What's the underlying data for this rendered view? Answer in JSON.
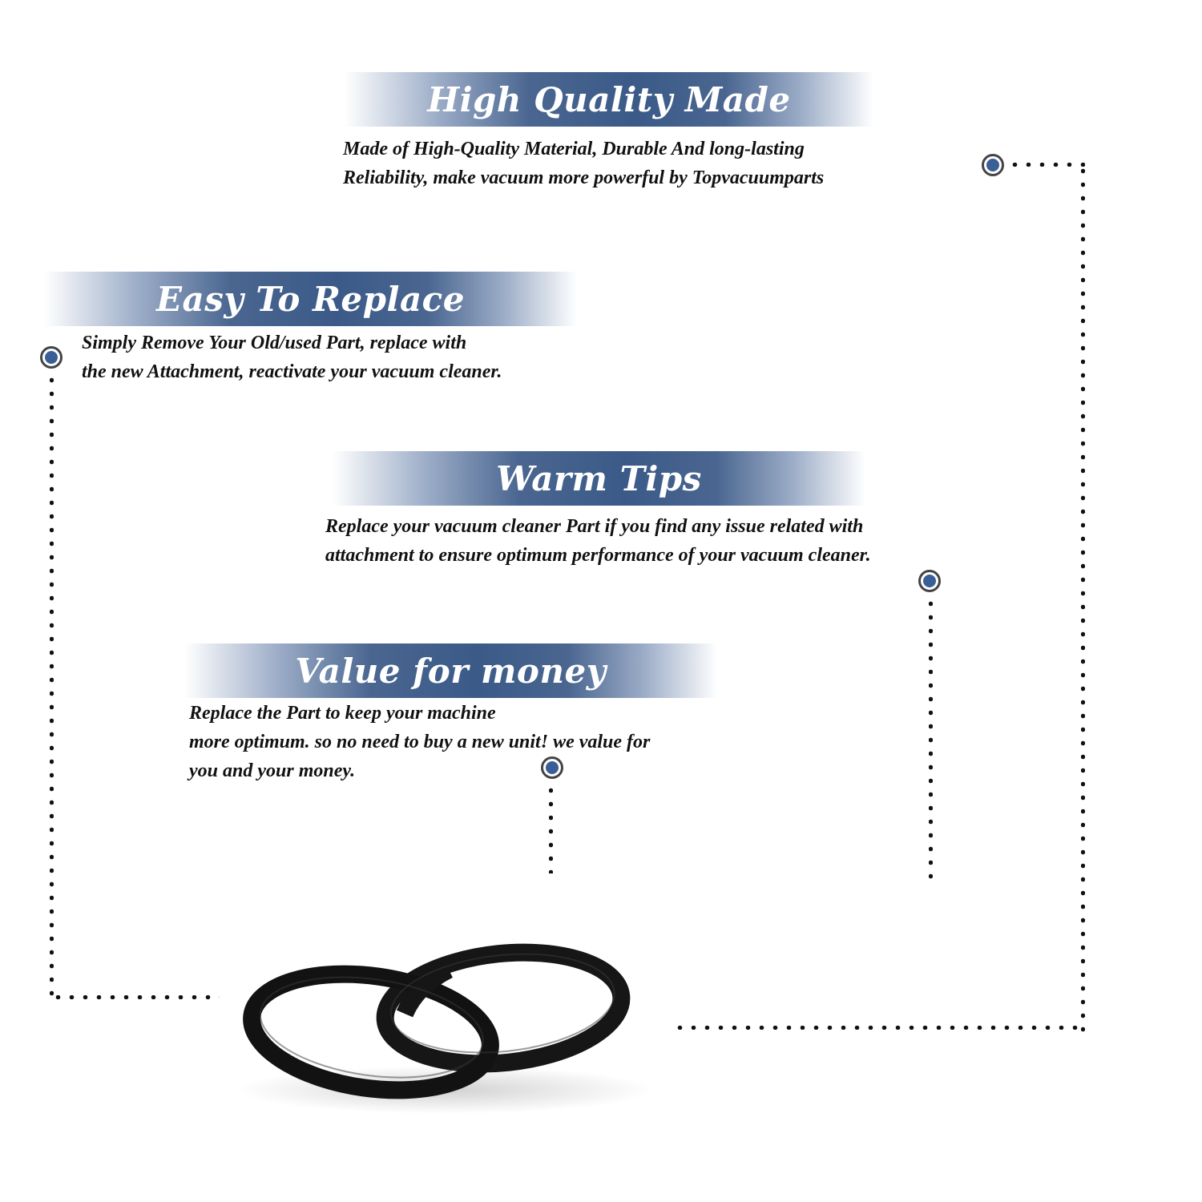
{
  "features": [
    {
      "title": "High Quality Made",
      "lines": [
        "Made of  High-Quality Material, Durable And long-lasting",
        "Reliability, make vacuum more powerful by Topvacuumparts"
      ]
    },
    {
      "title": "Easy To Replace",
      "lines": [
        "Simply Remove Your Old/used Part, replace with",
        "the new Attachment, reactivate your vacuum cleaner."
      ]
    },
    {
      "title": "Warm Tips",
      "lines": [
        "Replace your vacuum cleaner Part if you find any issue related with",
        " attachment to ensure optimum performance of your vacuum cleaner."
      ]
    },
    {
      "title": "Value for money",
      "lines": [
        "Replace the Part to keep your machine",
        "more optimum. so no need to buy a new unit! we value for",
        "you and your money."
      ]
    }
  ],
  "product": {
    "name": "rubber-o-rings",
    "count": 2
  },
  "colors": {
    "band": "#3b5a88",
    "marker": "#3a5f97",
    "text": "#111111"
  }
}
